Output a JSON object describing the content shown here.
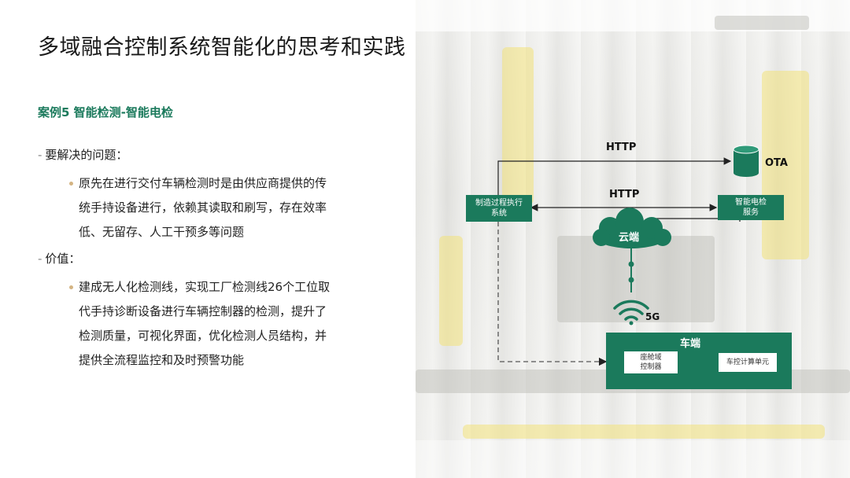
{
  "title": "多域融合控制系统智能化的思考和实践",
  "case_title": "案例5  智能检测-智能电检",
  "sections": [
    {
      "heading": "要解决的问题：",
      "lines": [
        "原先在进行交付车辆检测时是由供应商提供的传",
        "统手持设备进行，依赖其读取和刷写，存在效率",
        "低、无留存、人工干预多等问题"
      ]
    },
    {
      "heading": "价值：",
      "lines": [
        "建成无人化检测线，实现工厂检测线26个工位取",
        "代手持诊断设备进行车辆控制器的检测，提升了",
        "检测质量，可视化界面，优化检测人员结构，并",
        "提供全流程监控和及时预警功能"
      ]
    }
  ],
  "diagram": {
    "http_top": "HTTP",
    "http_mid": "HTTP",
    "ota": "OTA",
    "mes": [
      "制造过程执行",
      "系统"
    ],
    "service": [
      "智能电检",
      "服务"
    ],
    "cloud": "云端",
    "net": "5G",
    "vehicle_title": "车端",
    "controller": [
      "座舱域",
      "控制器"
    ],
    "compute": "车控计算单元"
  },
  "colors": {
    "accent": "#1b7a5c",
    "bullet": "#d4b483",
    "backdrop": "#e4e4e0"
  }
}
